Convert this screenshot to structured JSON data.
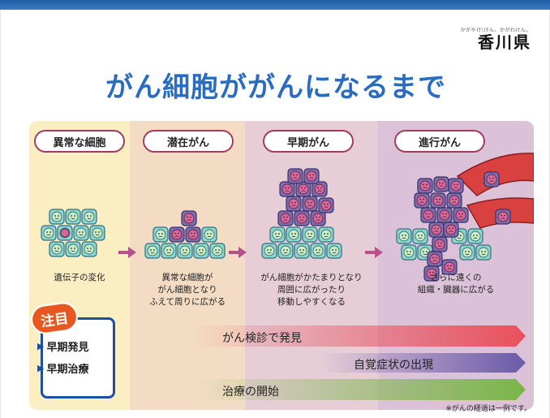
{
  "logo": {
    "sub": "かがやけ!けん、かがわけん。",
    "name": "香川県"
  },
  "title": "がん細胞ががんになるまで",
  "stages": [
    {
      "label": "異常な細胞",
      "desc": [
        "遺伝子の変化"
      ]
    },
    {
      "label": "潜在がん",
      "desc": [
        "異常な細胞が",
        "がん細胞となり",
        "ふえて周りに広がる"
      ]
    },
    {
      "label": "早期がん",
      "desc": [
        "がん細胞がかたまりとなり",
        "周囲に広がったり",
        "移動しやすくなる"
      ]
    },
    {
      "label": "進行がん",
      "desc": [
        "さらに遠くの",
        "組織・臓器に広がる"
      ]
    }
  ],
  "attention": {
    "tag": "注目",
    "items": [
      "早期発見",
      "早期治療"
    ]
  },
  "bands": [
    {
      "label": "がん検診で発見",
      "color": "#e8505b"
    },
    {
      "label": "自覚症状の出現",
      "color": "#6a5aa8"
    },
    {
      "label": "治療の開始",
      "color": "#7ab648"
    }
  ],
  "note": "※がんの経過は一例です。",
  "colors": {
    "title": "#2a6cc0",
    "topbar": "#1f5fa6",
    "stage_border": "#a33b5e",
    "attention": "#e8571f",
    "box_border": "#1f4fa0"
  }
}
